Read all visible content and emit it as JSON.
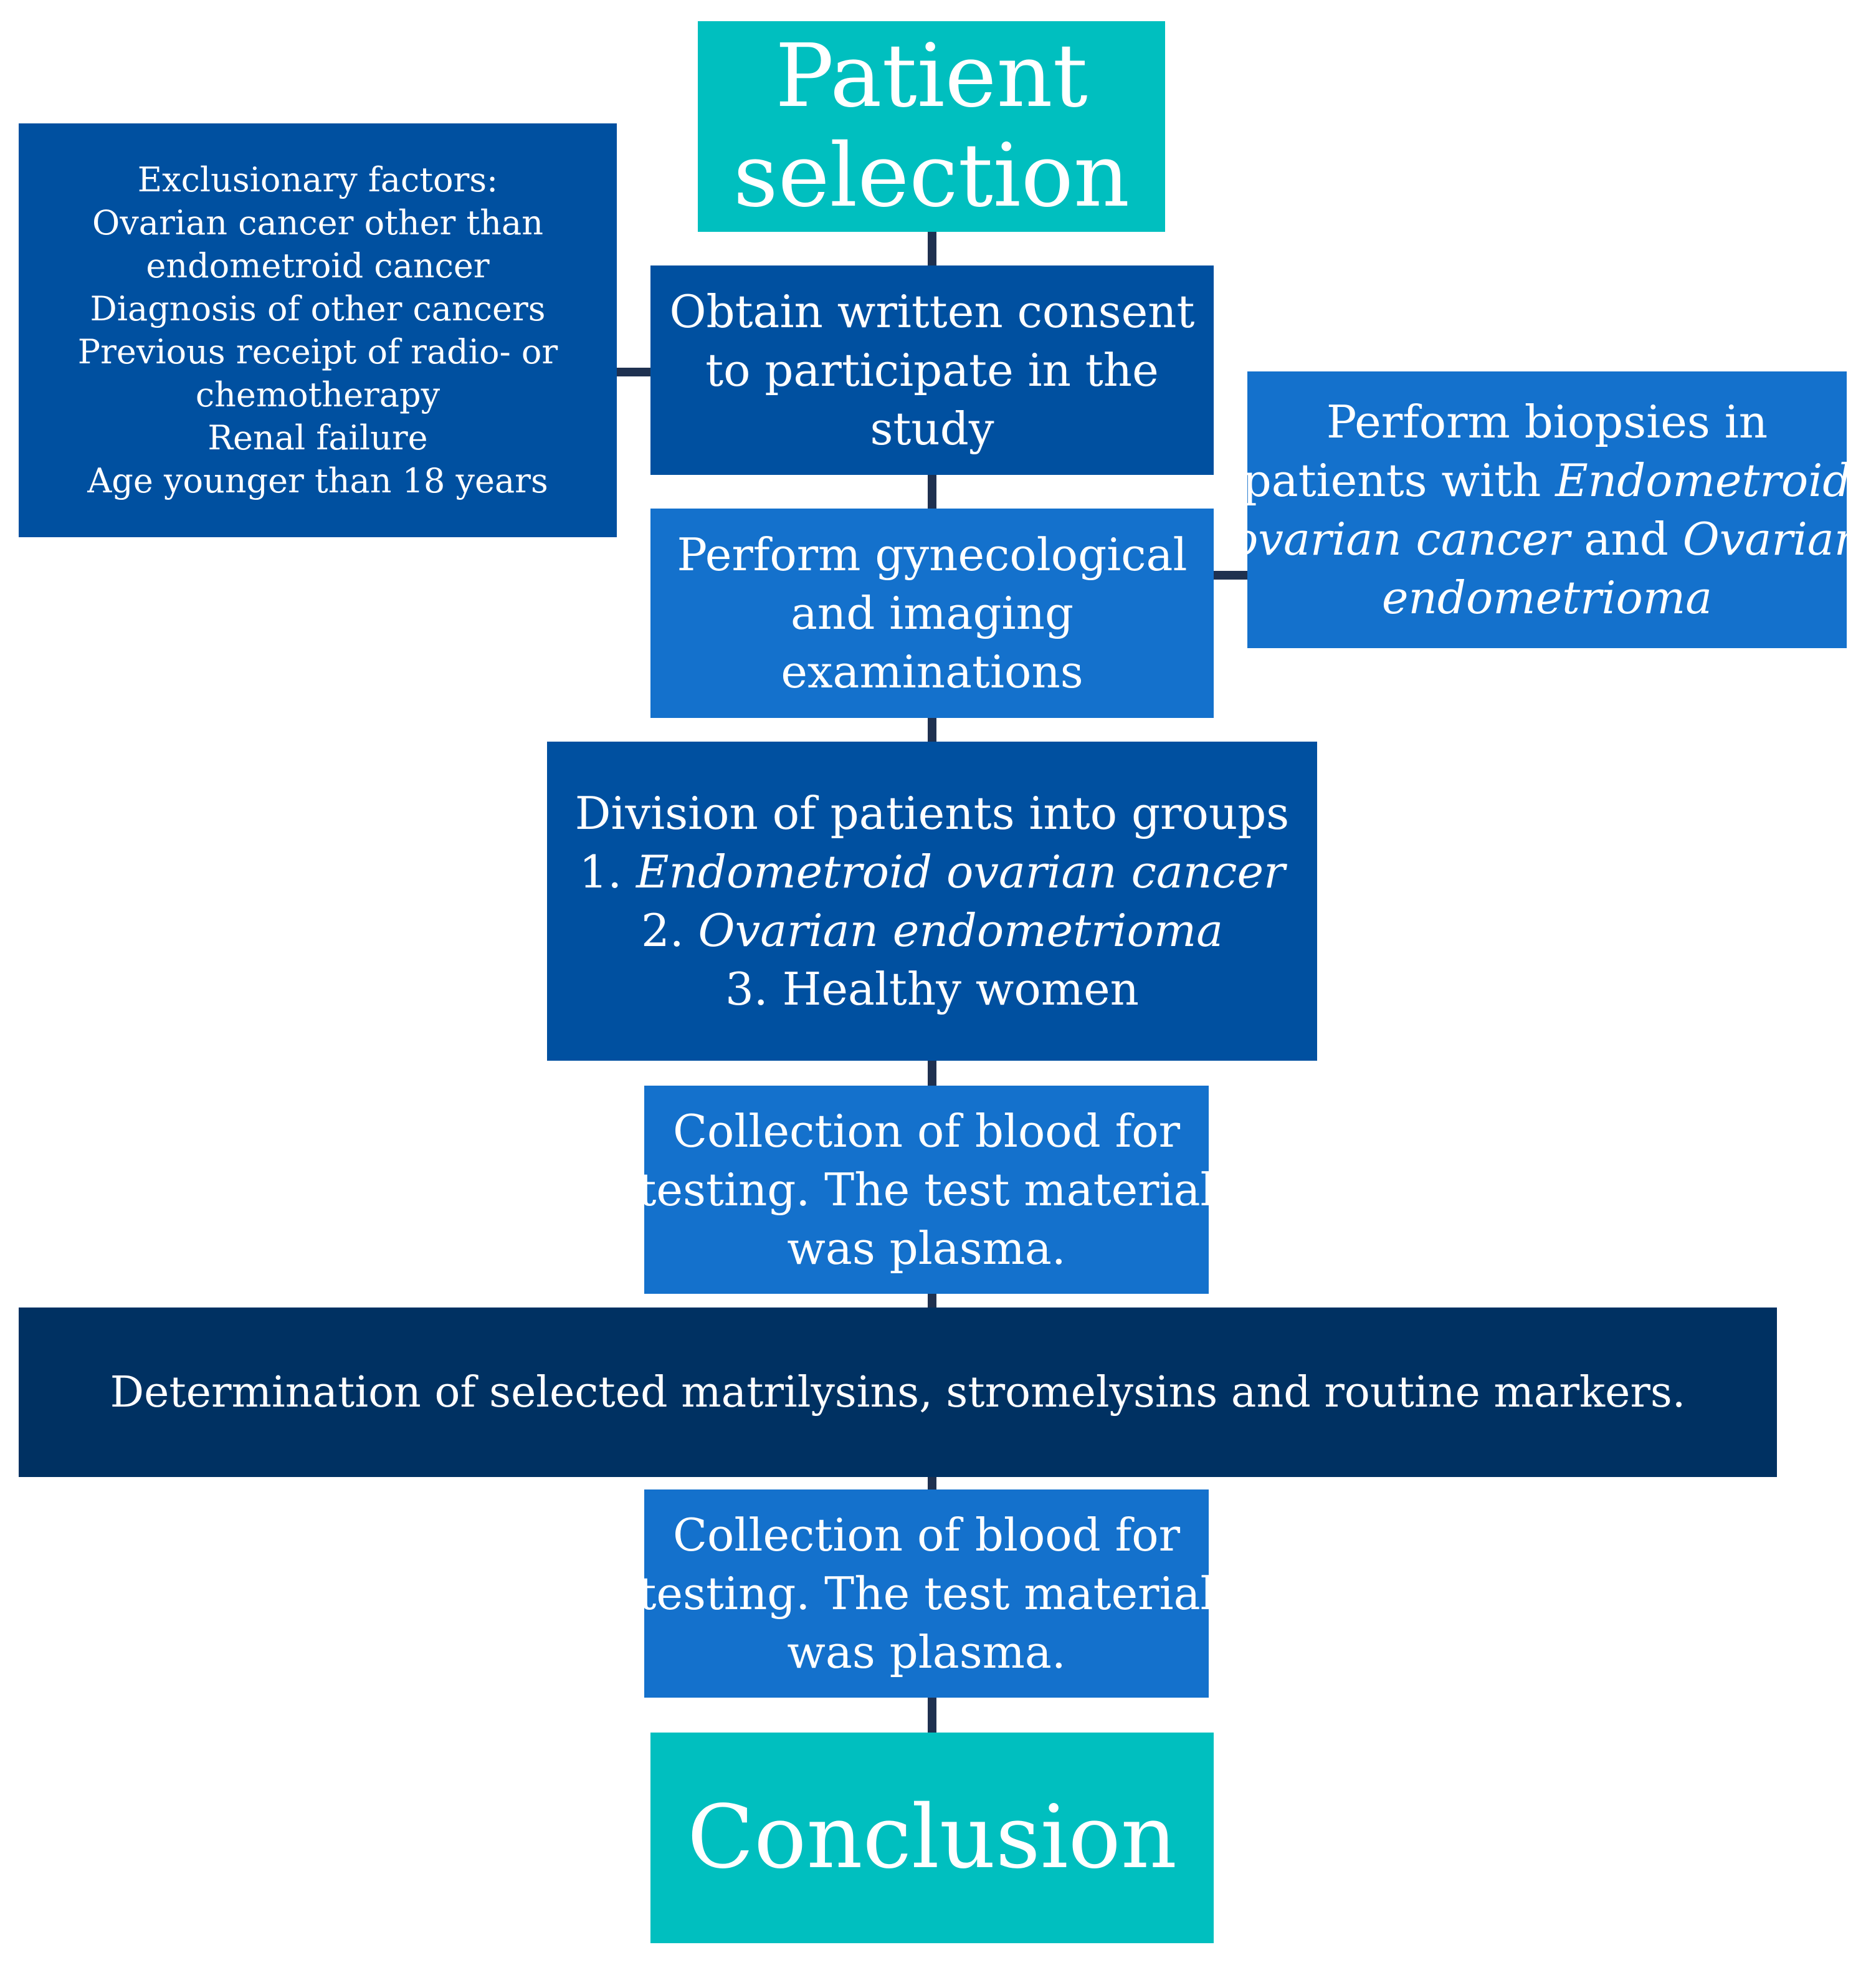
{
  "patient_selection": {
    "line1": "Patient",
    "line2": "selection"
  },
  "consent": {
    "line1": "Obtain written consent",
    "line2": "to participate in the",
    "line3": "study"
  },
  "exclusion": {
    "lines": [
      "Exclusionary factors:",
      "Ovarian cancer other than",
      "endometroid cancer",
      "Diagnosis of other cancers",
      "Previous receipt of radio- or",
      "chemotherapy",
      "Renal failure",
      "Age younger than 18 years"
    ]
  },
  "exams": {
    "line1": "Perform gynecological",
    "line2": "and imaging",
    "line3": "examinations"
  },
  "biopsies": {
    "line1": "Perform biopsies in",
    "line2_pre": "patients with ",
    "line2_em": "Endometroid",
    "line3_em1": "ovarian cancer",
    "line3_mid": " and ",
    "line3_em2": "Ovarian",
    "line4_em": "endometrioma"
  },
  "division": {
    "heading": "Division of patients into groups",
    "g1_num": "1. ",
    "g1_label": "Endometroid ovarian cancer",
    "g2_num": "2. ",
    "g2_label": "Ovarian endometrioma",
    "g3": "3. Healthy women"
  },
  "collection_1": {
    "line1": "Collection of blood for",
    "line2": "testing. The test material",
    "line3": "was plasma."
  },
  "determination": {
    "text": "Determination of selected matrilysins, stromelysins and routine markers."
  },
  "collection_2": {
    "line1": "Collection of blood for",
    "line2": "testing. The test material",
    "line3": "was plasma."
  },
  "conclusion": {
    "text": "Conclusion"
  }
}
